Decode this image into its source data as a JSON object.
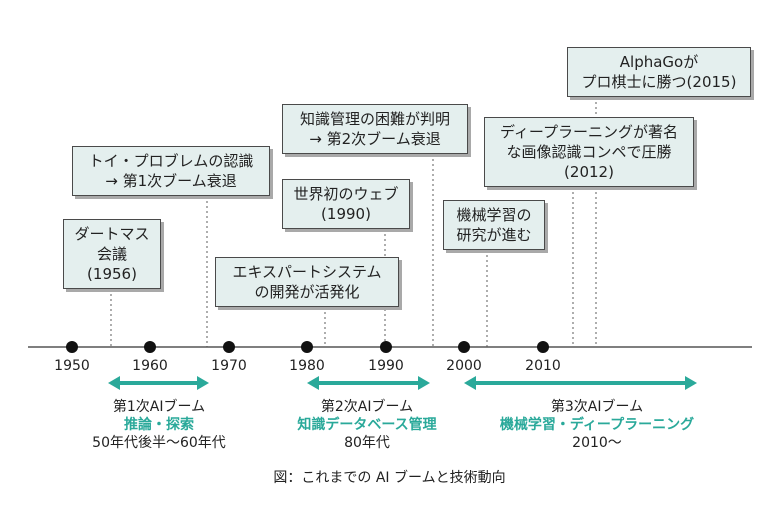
{
  "colors": {
    "box_fill": "#e4efee",
    "box_border": "#4a4a4a",
    "accent_teal": "#2aa99a",
    "timeline": "#555555",
    "text": "#222222"
  },
  "years": [
    "1950",
    "1960",
    "1970",
    "1980",
    "1990",
    "2000",
    "2010"
  ],
  "events": [
    {
      "id": "dartmouth",
      "lines": [
        "ダートマス",
        "会議",
        "(1956)"
      ]
    },
    {
      "id": "toy-problem",
      "lines": [
        "トイ・プロブレムの認識",
        "→ 第1次ブーム衰退"
      ]
    },
    {
      "id": "expert-system",
      "lines": [
        "エキスパートシステム",
        "の開発が活発化"
      ]
    },
    {
      "id": "web",
      "lines": [
        "世界初のウェブ",
        "(1990)"
      ]
    },
    {
      "id": "knowledge-mgmt",
      "lines": [
        "知識管理の困難が判明",
        "→ 第2次ブーム衰退"
      ]
    },
    {
      "id": "machine-learning",
      "lines": [
        "機械学習の",
        "研究が進む"
      ]
    },
    {
      "id": "deep-learning",
      "lines": [
        "ディープラーニングが著名",
        "な画像認識コンペで圧勝",
        "(2012)"
      ]
    },
    {
      "id": "alphago",
      "lines": [
        "AlphaGoが",
        "プロ棋士に勝つ(2015)"
      ]
    }
  ],
  "booms": [
    {
      "title": "第1次AIブーム",
      "keyword": "推論・探索",
      "period": "50年代後半〜60年代"
    },
    {
      "title": "第2次AIブーム",
      "keyword": "知識データベース管理",
      "period": "80年代"
    },
    {
      "title": "第3次AIブーム",
      "keyword": "機械学習・ディープラーニング",
      "period": "2010〜"
    }
  ],
  "caption": "図：これまでの AI ブームと技術動向"
}
